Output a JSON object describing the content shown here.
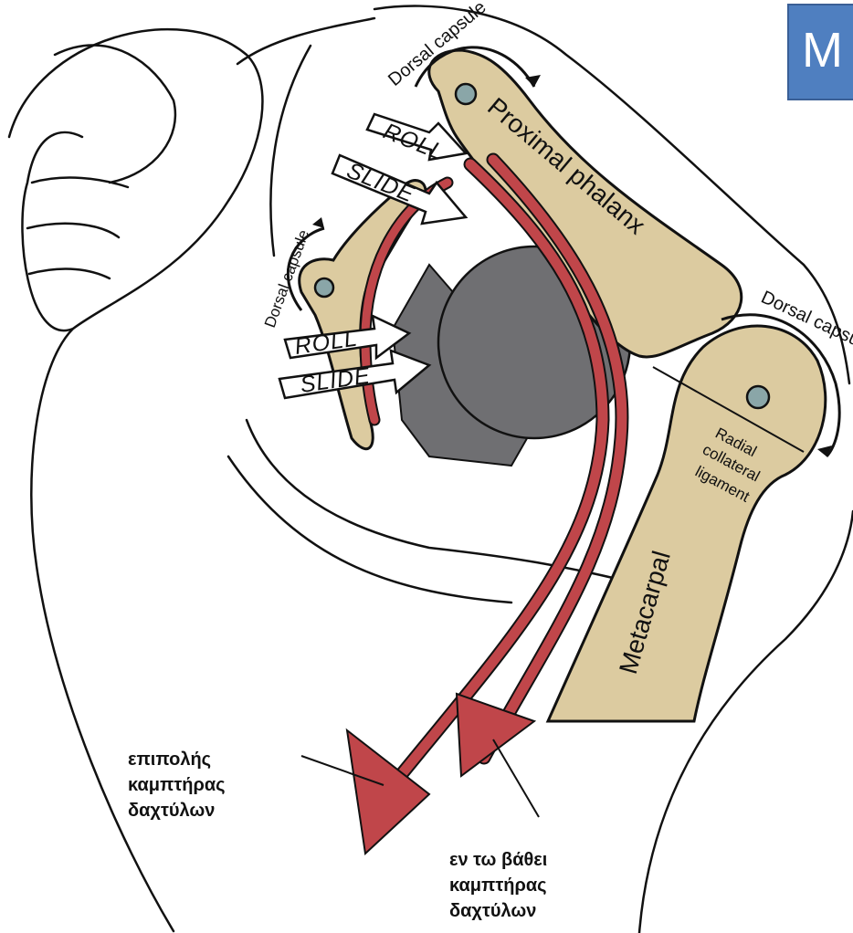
{
  "corner_tag": "M",
  "labels": {
    "dorsal_capsule_top": "Dorsal capsule",
    "dorsal_capsule_left": "Dorsal capsule",
    "dorsal_capsule_right": "Dorsal capsule",
    "proximal_phalanx": "Proximal phalanx",
    "metacarpal": "Metacarpal",
    "radial_collateral_1": "Radial",
    "radial_collateral_2": "collateral",
    "radial_collateral_3": "ligament",
    "roll_upper": "ROLL",
    "slide_upper": "SLIDE",
    "roll_lower": "ROLL",
    "slide_lower": "SLIDE",
    "superficial_flexor": [
      "επιπολής",
      "καμπτήρας",
      "δαχτύλων"
    ],
    "deep_flexor": [
      "εν τω βάθει",
      "καμπτήρας",
      "δαχτύλων"
    ]
  },
  "colors": {
    "bone": "#dccba0",
    "tendon": "#c0464a",
    "object": "#6f6f72",
    "outline": "#111111",
    "corner_box": "#4f7fc0"
  }
}
